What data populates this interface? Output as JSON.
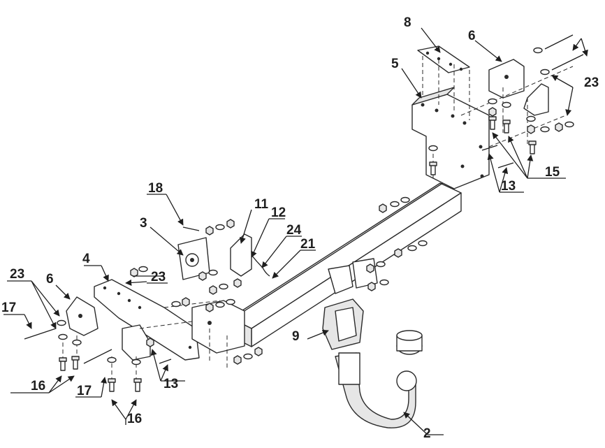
{
  "labels": {
    "l2": "2",
    "l3": "3",
    "l4": "4",
    "l5": "5",
    "l6_right": "6",
    "l6_left": "6",
    "l8": "8",
    "l9": "9",
    "l11": "11",
    "l12": "12",
    "l13_right": "13",
    "l13_left": "13",
    "l15": "15",
    "l16_left": "16",
    "l16_bottom": "16",
    "l17_left": "17",
    "l17_bottom": "17",
    "l18": "18",
    "l21": "21",
    "l23_right": "23",
    "l23_left": "23",
    "l23_mid": "23",
    "l24": "24"
  },
  "icons": [
    "arrowhead-leader-icon",
    "bolt-icon",
    "nut-icon",
    "washer-icon"
  ]
}
